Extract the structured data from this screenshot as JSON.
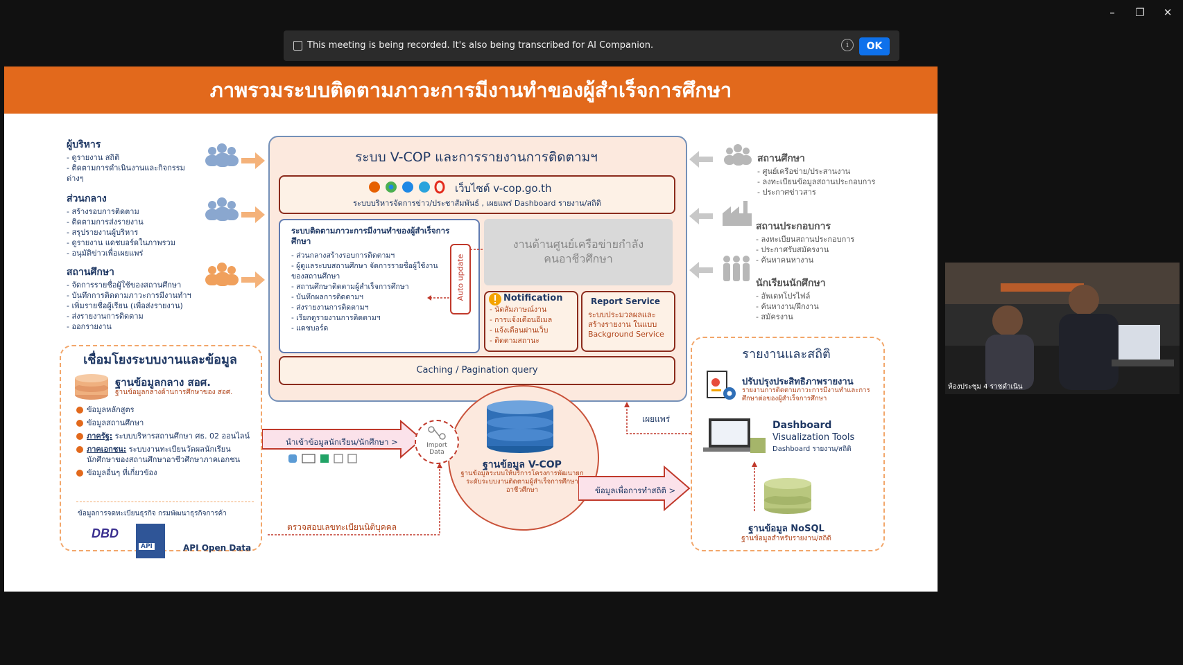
{
  "window": {
    "minimize": "–",
    "maximize": "❐",
    "close": "✕"
  },
  "banner": {
    "message": "This meeting is being recorded. It's also being transcribed for AI Companion.",
    "ok_label": "OK",
    "info_icon": "i"
  },
  "slide": {
    "title": "ภาพรวมระบบติดตามภาวะการมีงานทำของผู้สำเร็จการศึกษา",
    "left": {
      "executives": {
        "heading": "ผู้บริหาร",
        "items": [
          "ดูรายงาน สถิติ",
          "ติดตามการดำเนินงานและกิจกรรมต่างๆ"
        ]
      },
      "central": {
        "heading": "ส่วนกลาง",
        "items": [
          "สร้างรอบการติดตาม",
          "ติดตามการส่งรายงาน",
          "สรุปรายงานผู้บริหาร",
          "ดูรายงาน แดชบอร์ดในภาพรวม",
          "อนุมัติข่าวเพื่อเผยแพร่"
        ]
      },
      "institutions": {
        "heading": "สถานศึกษา",
        "items": [
          "จัดการรายชื่อผู้ใช้ของสถานศึกษา",
          "บันทึกการติดตามภาวะการมีงานทำฯ",
          "เพิ่มรายชื่อผู้เรียน (เพื่อส่งรายงาน)",
          "ส่งรายงานการติดตาม",
          "ออกรายงาน"
        ]
      }
    },
    "link_box": {
      "title": "เชื่อมโยงระบบงานและข้อมูล",
      "db_title": "ฐานข้อมูลกลาง สอศ.",
      "db_sub": "ฐานข้อมูลกลางด้านการศึกษาของ สอศ.",
      "items": [
        {
          "bold": "",
          "text": "ข้อมูลหลักสูตร"
        },
        {
          "bold": "",
          "text": "ข้อมูลสถานศึกษา"
        },
        {
          "bold": "ภาครัฐ:",
          "text": " ระบบบริหารสถานศึกษา ศธ. 02 ออนไลน์"
        },
        {
          "bold": "ภาคเอกชน:",
          "text": " ระบบงานทะเบียนวัดผลนักเรียนนักศึกษาของสถานศึกษาอาชีวศึกษาภาคเอกชน"
        },
        {
          "bold": "",
          "text": "ข้อมูลอื่นๆ ที่เกี่ยวข้อง"
        }
      ],
      "dbd_caption": "ข้อมูลการจดทะเบียนธุรกิจ กรมพัฒนาธุรกิจการค้า",
      "dbd_logo": "DBD",
      "api_label": "API",
      "api_text": "API Open Data"
    },
    "center": {
      "title": "ระบบ V-COP และการรายงานการติดตามฯ",
      "website_title": "เว็บไซต์ v-cop.go.th",
      "website_sub": "ระบบบริหารจัดการข่าว/ประชาสัมพันธ์ , เผยแพร่ Dashboard รายงาน/สถิติ",
      "tracking_title": "ระบบติดตามภาวะการมีงานทำของผู้สำเร็จการศึกษา",
      "tracking_items": [
        "ส่วนกลางสร้างรอบการติดตามฯ",
        "ผู้ดูแลระบบสถานศึกษา จัดการรายชื่อผู้ใช้งานของสถานศึกษา",
        "สถานศึกษาติดตามผู้สำเร็จการศึกษา",
        "บันทึกผลการติดตามฯ",
        "ส่งรายงานการติดตามฯ",
        "เรียกดูรายงานการติดตามฯ",
        "แดชบอร์ด"
      ],
      "auto_update": "Auto update",
      "network_title": "งานด้านศูนย์เครือข่ายกำลังคนอาชีวศึกษา",
      "notification_title": "Notification",
      "notification_items": [
        "นัดสัมภาษณ์งาน",
        "การแจ้งเตือนอีเมล",
        "แจ้งเตือนผ่านเว็บ",
        "ติดตามสถานะ"
      ],
      "report_title": "Report Service",
      "report_text": "ระบบประมวลผลและสร้างรายงาน ในแบบ Background Service",
      "caching": "Caching / Pagination query",
      "vcop_db_title": "ฐานข้อมูล V-COP",
      "vcop_db_sub": "ฐานข้อมูลระบบให้บริการโครงการพัฒนายกระดับระบบงานติดตามผู้สำเร็จการศึกษาอาชีวศึกษา",
      "import_label": "Import Data",
      "import_arrow": "นำเข้าข้อมูลนักเรียน/นักศึกษา >",
      "stats_arrow": "ข้อมูลเพื่อการทำสถิติ >",
      "verify_text": "ตรวจสอบเลขทะเบียนนิติบุคคล",
      "publish_text": "เผยแพร่"
    },
    "right": {
      "institution": {
        "heading": "สถานศึกษา",
        "items": [
          "ศูนย์เครือข่าย/ประสานงาน",
          "ลงทะเบียนข้อมูลสถานประกอบการ",
          "ประกาศข่าวสาร"
        ]
      },
      "enterprise": {
        "heading": "สถานประกอบการ",
        "items": [
          "ลงทะเบียนสถานประกอบการ",
          "ประกาศรับสมัครงาน",
          "ค้นหาคนหางาน"
        ]
      },
      "students": {
        "heading": "นักเรียนนักศึกษา",
        "items": [
          "อัพเดทโปรไฟล์",
          "ค้นหางาน/ฝึกงาน",
          "สมัครงาน"
        ]
      },
      "report_box": {
        "title": "รายงานและสถิติ",
        "improve_title": "ปรับปรุงประสิทธิภาพรายงาน",
        "improve_sub": "รายงานการติดตามภาวะการมีงานทำและการศึกษาต่อของผู้สำเร็จการศึกษา",
        "dash_title": "Dashboard",
        "dash_sub1": "Visualization Tools",
        "dash_sub2": "Dashboard รายงาน/สถิติ",
        "nosql_title": "ฐานข้อมูล NoSQL",
        "nosql_sub": "ฐานข้อมูลสำหรับรายงาน/สถิติ"
      }
    }
  },
  "video": {
    "caption": "ห้องประชุม 4 ราชดำเนิน"
  },
  "colors": {
    "accent": "#e2691c",
    "navy": "#1f3864",
    "zoom_blue": "#0e71eb",
    "db_blue": "#2f6fb7"
  }
}
